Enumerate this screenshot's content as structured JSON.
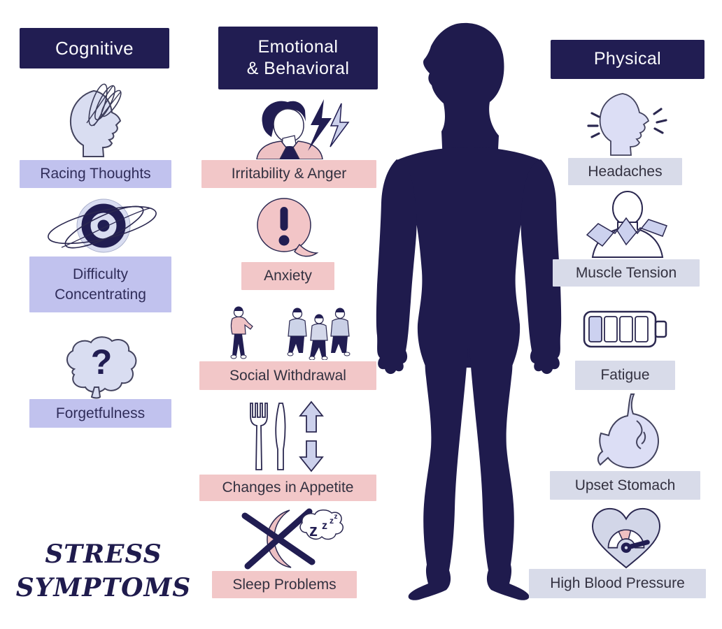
{
  "title": {
    "line1": "STRESS",
    "line2": "SYMPTOMS"
  },
  "colors": {
    "navy": "#211d52",
    "silhouette_navy": "#1f1b4d",
    "lavender_label": "#c1c2ee",
    "pink_label": "#f2c7c8",
    "gray_label": "#d8dbe9",
    "icon_lavender_fill": "#d9ddf1",
    "icon_pink_fill": "#eec2c4",
    "background": "#ffffff"
  },
  "columns": [
    {
      "id": "cognitive",
      "header": "Cognitive",
      "items": [
        {
          "icon": "racing-thoughts-icon",
          "label": "Racing Thoughts"
        },
        {
          "icon": "difficulty-concentrating-icon",
          "label": "Difficulty Concentrating"
        },
        {
          "icon": "forgetfulness-icon",
          "label": "Forgetfulness"
        }
      ]
    },
    {
      "id": "emotional-behavioral",
      "header_line1": "Emotional",
      "header_line2": "& Behavioral",
      "items": [
        {
          "icon": "irritability-anger-icon",
          "label": "Irritability & Anger"
        },
        {
          "icon": "anxiety-icon",
          "label": "Anxiety"
        },
        {
          "icon": "social-withdrawal-icon",
          "label": "Social Withdrawal"
        },
        {
          "icon": "changes-in-appetite-icon",
          "label": "Changes in Appetite"
        },
        {
          "icon": "sleep-problems-icon",
          "label": "Sleep Problems"
        }
      ]
    },
    {
      "id": "physical",
      "header": "Physical",
      "items": [
        {
          "icon": "headaches-icon",
          "label": "Headaches"
        },
        {
          "icon": "muscle-tension-icon",
          "label": "Muscle Tension"
        },
        {
          "icon": "fatigue-icon",
          "label": "Fatigue"
        },
        {
          "icon": "upset-stomach-icon",
          "label": "Upset Stomach"
        },
        {
          "icon": "high-blood-pressure-icon",
          "label": "High Blood Pressure"
        }
      ]
    }
  ],
  "figure": {
    "name": "human-silhouette"
  },
  "icon_glyphs": {
    "question_mark": "?",
    "z1": "z",
    "z2": "z",
    "z3": "z",
    "z4": "z"
  }
}
